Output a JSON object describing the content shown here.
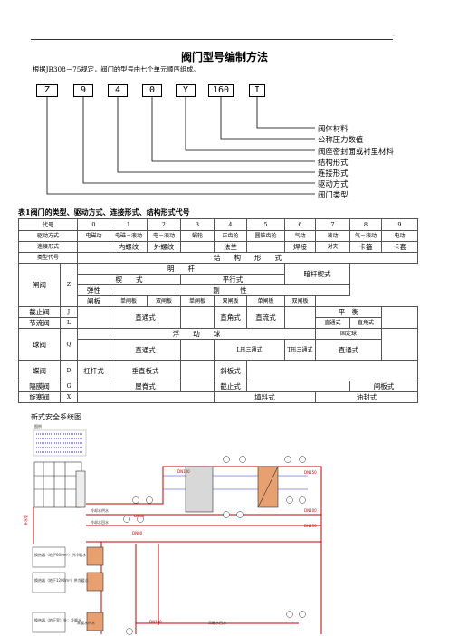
{
  "header": {
    "corner_mark": ".",
    "title": "阀门型号编制方法"
  },
  "intro": "根据JB308－75规定，阀门的型号由七个单元顺序组成。",
  "code_units": [
    "Z",
    "9",
    "4",
    "0",
    "Y",
    "160",
    "I"
  ],
  "legend": [
    "阀体材料",
    "公称压力数值",
    "阀座密封面或衬里材料",
    "结构形式",
    "连接形式",
    "驱动方式",
    "阀门类型"
  ],
  "table_caption": "表1阀门的类型、驱动方式、连接形式、结构形式代号",
  "table": {
    "row_code": [
      "代号",
      "0",
      "1",
      "2",
      "3",
      "4",
      "5",
      "6",
      "7",
      "8",
      "9"
    ],
    "row_drive": [
      "驱动方式",
      "电磁动",
      "电磁－液动",
      "电－液动",
      "蜗轮",
      "正齿轮",
      "圆锥齿轮",
      "气动",
      "液动",
      "气－液动",
      "电动"
    ],
    "row_connect": [
      "连接形式",
      "",
      "内螺纹",
      "外螺纹",
      "",
      "法兰",
      "",
      "焊接",
      "对夹",
      "卡箍",
      "卡套"
    ],
    "type_code_label": "类型代号",
    "structure_label": "结　　构　　形　　式",
    "gate": {
      "name": "闸阀",
      "code": "Z",
      "stem": "明　　杆",
      "dark_stem": "暗杆楔式",
      "wedge": "楔　　式",
      "parallel": "平行式",
      "elastic": "弹性",
      "rigid": "刚　　　性",
      "plate": "闸板",
      "cells": [
        "单闸板",
        "双闸板",
        "单闸板",
        "双闸板",
        "单闸板",
        "双闸板"
      ]
    },
    "stop": {
      "name": "截止阀",
      "code": "J"
    },
    "throttle": {
      "name": "节流阀",
      "code": "L"
    },
    "stop_cells": {
      "straight": "直通式",
      "angle": "直角式",
      "straight_flow": "直流式",
      "balance": "平　衡",
      "bal_straight": "直通式",
      "bal_angle": "直角式"
    },
    "ball": {
      "name": "球阀",
      "code": "Q",
      "floating": "浮　　动　　球",
      "fixed": "固定球",
      "straight": "直通式",
      "l_three": "L形三通式",
      "t_three": "T形三通式",
      "fixed_straight": "直通式"
    },
    "butterfly": {
      "name": "蝶阀",
      "code": "D",
      "lever": "杠杆式",
      "vertical": "垂直板式",
      "inclined": "斜板式"
    },
    "diaphragm": {
      "name": "隔膜阀",
      "code": "G",
      "roof": "屋脊式",
      "stop": "截止式",
      "gate": "闸板式"
    },
    "plug": {
      "name": "旋塞阀",
      "code": "X",
      "filler": "填料式",
      "oil": "油封式"
    }
  },
  "diagram": {
    "overlay_caption": "新式安全系统图",
    "legend": "图例",
    "pipe_labels": [
      "DN100",
      "DN150",
      "DN80",
      "DN100",
      "DN150",
      "DN80",
      "DN100"
    ],
    "line_notes": [
      "冷却水供水",
      "冷却水回水",
      "采暖水供水",
      "采暖水回水"
    ],
    "vertical_note": "补水管",
    "tanks": [
      "换热器（地下600m²）供冷暖水",
      "换热器（地下1200m²）供冷暖水",
      "换热器（地下室）外：冷暖水"
    ],
    "colors": {
      "pipe": "#c00000",
      "aux": "#3333cc"
    }
  }
}
